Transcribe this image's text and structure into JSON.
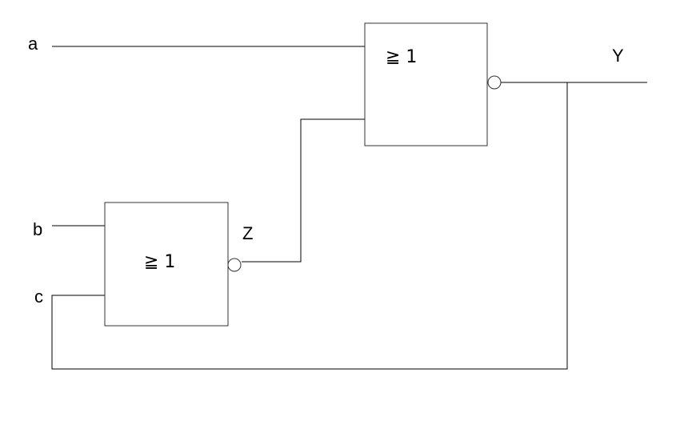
{
  "inputs": {
    "a": "a",
    "b": "b",
    "c": "c"
  },
  "outputs": {
    "y": "Y",
    "z": "Z"
  },
  "gates": [
    {
      "id": "upper",
      "symbol": "≧ 1",
      "type": "NOR"
    },
    {
      "id": "lower",
      "symbol": "≧ 1",
      "type": "NOR"
    }
  ],
  "colors": {
    "wire": "#000000",
    "gate_border": "#333333",
    "background": "#ffffff"
  }
}
